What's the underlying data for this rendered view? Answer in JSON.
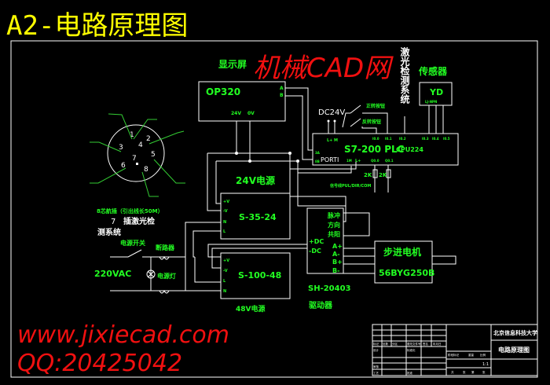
{
  "title": "A2-电路原理图",
  "display": {
    "label": "显示屏",
    "model": "OP320",
    "pin_24v": "24V",
    "pin_0v": "0V",
    "pin_a": "A",
    "pin_b": "B"
  },
  "laser_system_vertical": "激光检测系统",
  "sensor": {
    "label": "传感器",
    "model": "YD",
    "sub": "LJ-NPN"
  },
  "switches": {
    "supply": "DC24V",
    "sw1": "正转按钮",
    "sw2": "反转按钮"
  },
  "plc": {
    "model": "S7-200 PLC",
    "cpu": "CPU224",
    "port": "PORTI",
    "pins_top": [
      "L+",
      "M",
      "I0.0",
      "I0.1",
      "I0.2",
      "I0.3",
      "I0.4",
      "I0.5"
    ],
    "pins_bottom": [
      "1M",
      "L+",
      "Q0.0",
      "Q0.1"
    ],
    "pins_left": [
      "3A",
      "8B"
    ],
    "res1": "2K",
    "res2": "2K"
  },
  "connector": {
    "pins": [
      "1",
      "2",
      "3",
      "4",
      "5",
      "6",
      "7",
      "8"
    ],
    "caption": "8芯航插（引出线长50M）",
    "note_num": "7",
    "note_text": "插激光检",
    "note_text2": "测系统"
  },
  "psu24": {
    "label": "24V电源",
    "model": "S-35-24",
    "pins": [
      "+V",
      "-V",
      "N",
      "L"
    ]
  },
  "psu48": {
    "label": "48V电源",
    "model": "S-100-48",
    "pins": [
      "+V",
      "-V",
      "L",
      "N"
    ]
  },
  "driver": {
    "model": "SH-20403",
    "label": "驱动器",
    "pins_right": [
      "脉冲",
      "方向",
      "共阳",
      "A+",
      "A-",
      "B+",
      "B-"
    ],
    "pins_left": [
      "+DC",
      "-DC"
    ],
    "signal_note": "信号线PUL/DIR/COM"
  },
  "motor": {
    "label": "步进电机",
    "model": "56BYG250B"
  },
  "mains": {
    "switch": "电源开关",
    "breaker": "断路器",
    "voltage": "220VAC",
    "lamp": "电源灯"
  },
  "title_block": {
    "school": "北京信息科技大学",
    "drawing": "电路原理图",
    "scale": "1:1",
    "row_labels": [
      "标记",
      "处数",
      "分区",
      "更改文件号",
      "签名",
      "年月日"
    ],
    "row2": [
      "设计",
      "标准化"
    ],
    "row3": [
      "审核"
    ],
    "row4": [
      "工艺",
      "批准"
    ],
    "stage": [
      "阶段标记",
      "重量",
      "比例"
    ],
    "sheets": [
      "共",
      "张",
      "第",
      "张"
    ]
  },
  "watermark": {
    "line1": "机械CAD网",
    "line2": "www.jixiecad.com",
    "line3": "QQ:20425042"
  }
}
